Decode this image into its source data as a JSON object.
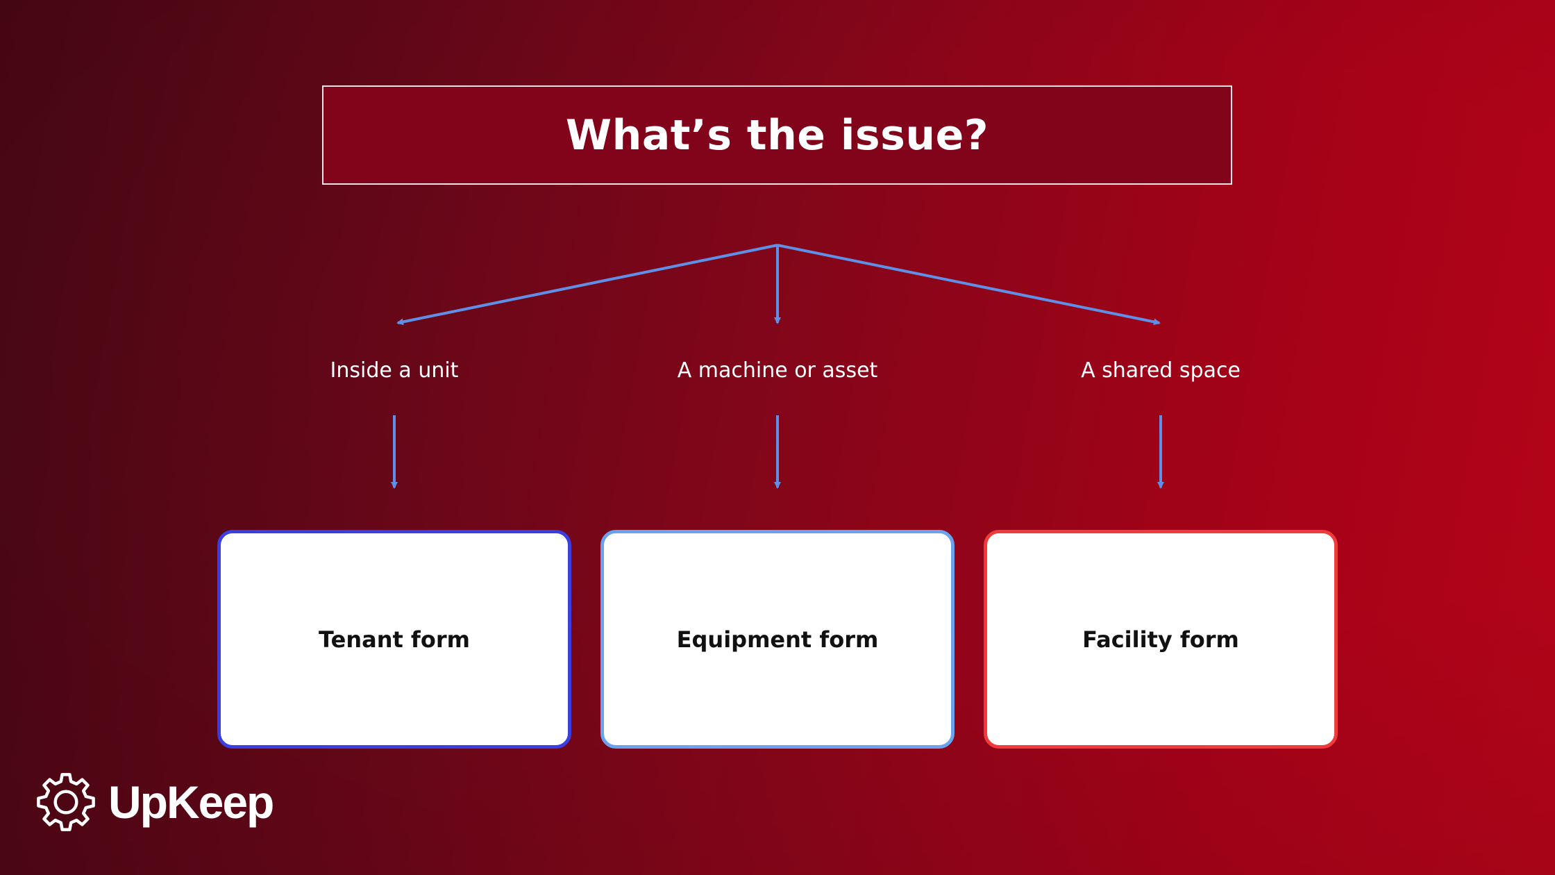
{
  "title": "What’s the issue?",
  "branches": [
    {
      "label": "Inside a unit",
      "card": "Tenant form",
      "border_color": "#3b3fe0"
    },
    {
      "label": "A machine or asset",
      "card": "Equipment form",
      "border_color": "#6aa2ee"
    },
    {
      "label": "A shared space",
      "card": "Facility form",
      "border_color": "#ee3b3b"
    }
  ],
  "arrow_color": "#5f8fe6",
  "logo": {
    "text": "UpKeep",
    "icon": "gear-icon"
  }
}
